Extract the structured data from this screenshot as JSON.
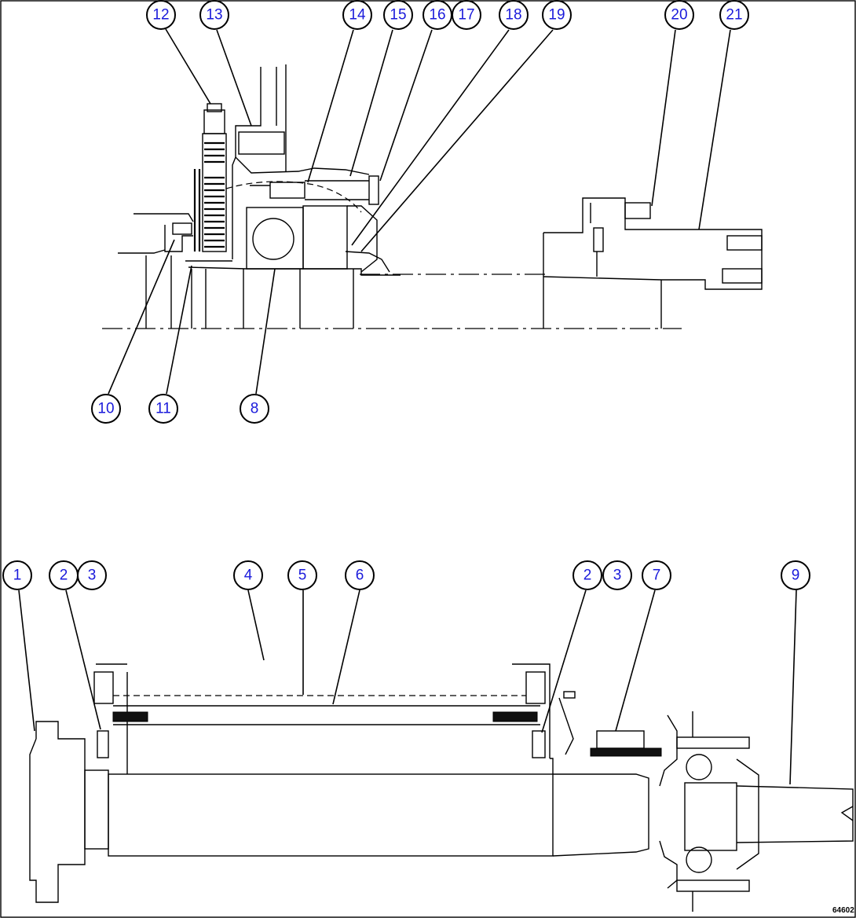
{
  "figure_code": "64602",
  "callouts": [
    "12",
    "13",
    "14",
    "15",
    "16",
    "17",
    "18",
    "19",
    "20",
    "21",
    "10",
    "11",
    "8",
    "1",
    "2",
    "3",
    "4",
    "5",
    "6",
    "2",
    "3",
    "7",
    "9"
  ]
}
